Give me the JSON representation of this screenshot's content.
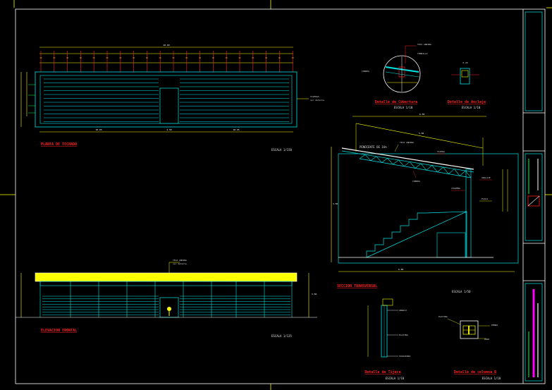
{
  "background": "#000000",
  "colors": {
    "cyan": "#00e5e5",
    "yellow": "#ffff00",
    "red": "#ff2020",
    "white": "#ffffff",
    "green": "#00ff40",
    "magenta": "#ff00ff"
  },
  "views": {
    "plan": {
      "title": "PLANTA DE TECHADO",
      "scale": "ESCALA 1/150"
    },
    "elevation": {
      "title": "ELEVACION FRONTAL",
      "scale": "ESCALA 1/125"
    },
    "section": {
      "title": "SECCION TRANSVERSAL",
      "scale": "ESCALA 1/50",
      "slope_label": "PENDIENTE DE 16%"
    },
    "detail_covering": {
      "title": "Detalle de Cobertura",
      "scale": "ESCALA 1/10"
    },
    "detail_anchor": {
      "title": "Detalle de Anclaje",
      "scale": "ESCALA 1/10"
    },
    "detail_truss": {
      "title": "Detalle de Tijera",
      "scale": "ESCALA 1/10"
    },
    "detail_column": {
      "title": "Detalle de columna B",
      "scale": "ESCALA 1/10"
    }
  }
}
